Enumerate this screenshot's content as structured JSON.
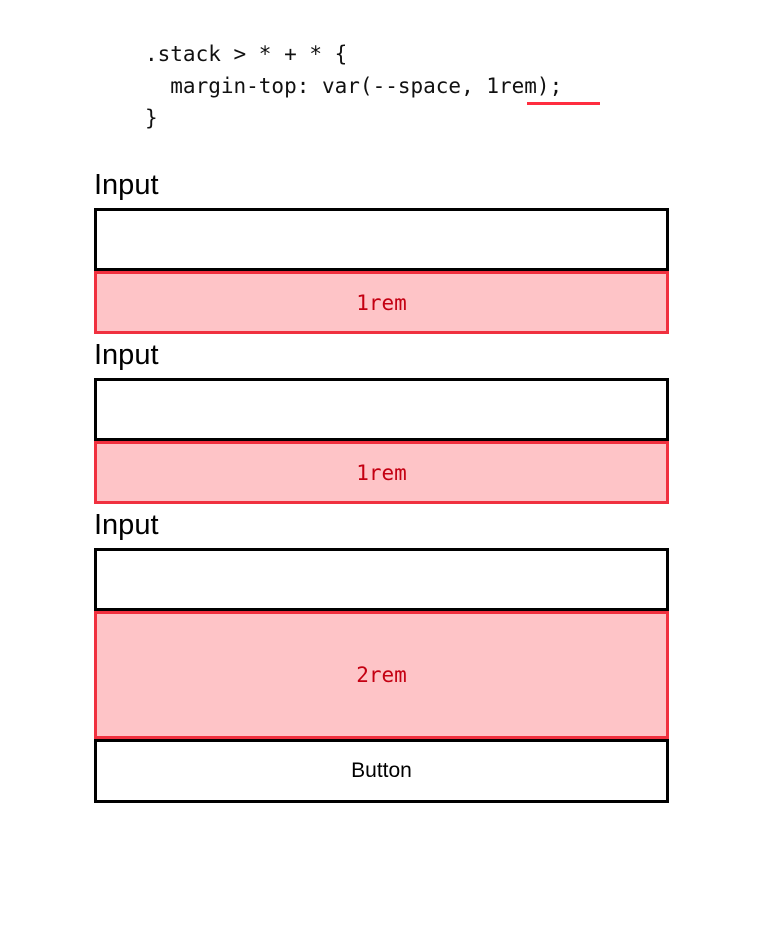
{
  "code": {
    "lines": [
      ".stack > * + * {",
      "  margin-top: var(--space, 1rem);",
      "}"
    ],
    "highlighted_token": "1rem"
  },
  "stack": {
    "labels": [
      "Input",
      "Input",
      "Input"
    ],
    "gaps": [
      "1rem",
      "1rem",
      "2rem"
    ],
    "button_label": "Button"
  },
  "colors": {
    "gap_fill": "#fec4c7",
    "gap_border": "#f0303f",
    "gap_text": "#c40012"
  }
}
